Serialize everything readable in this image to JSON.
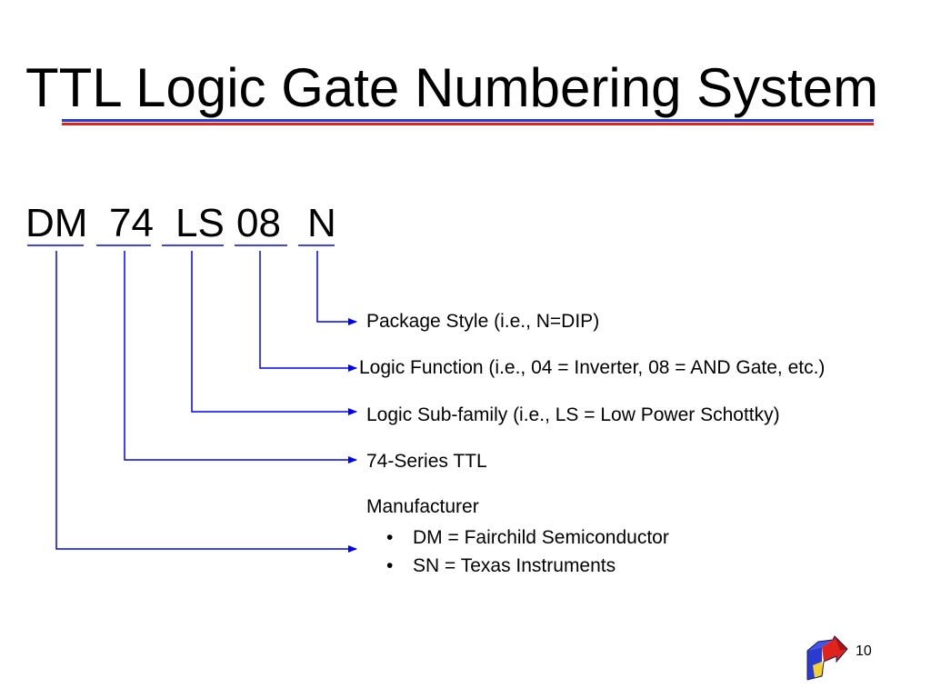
{
  "slide": {
    "title": "TTL Logic Gate Numbering System",
    "part_number": {
      "segments": [
        "DM",
        "74",
        "LS",
        "08",
        "N"
      ]
    },
    "descriptions": {
      "package": "Package Style (i.e., N=DIP)",
      "function": "Logic Function (i.e., 04 = Inverter, 08 = AND Gate, etc.)",
      "subfamily": "Logic Sub-family (i.e., LS = Low Power Schottky)",
      "series": "74-Series TTL",
      "manufacturer": "Manufacturer",
      "manufacturer_bullets": [
        "DM = Fairchild Semiconductor",
        "SN = Texas Instruments"
      ],
      "bullet_glyph": "•"
    },
    "page_number": "10",
    "colors": {
      "title_rule_blue": "#2b3bd6",
      "title_rule_red": "#e0241d",
      "connector": "#0000ff",
      "text": "#000000",
      "background": "#ffffff"
    },
    "icons": {
      "logo": "geometric-arrow-logo-icon"
    }
  }
}
